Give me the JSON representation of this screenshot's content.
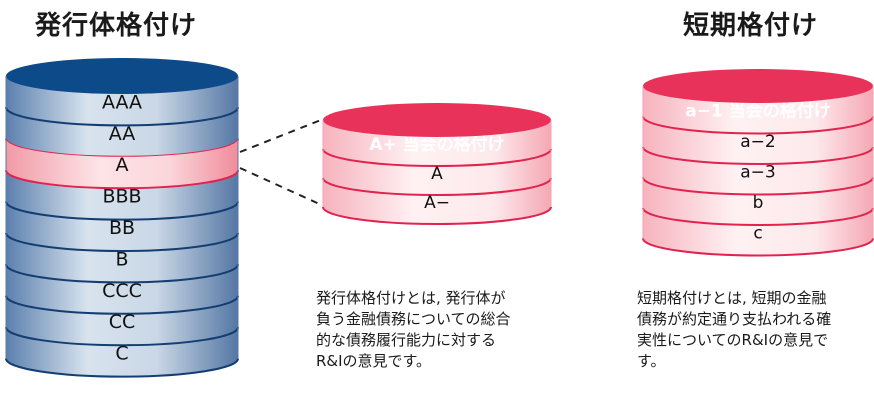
{
  "issuer": {
    "title": "発行体格付け",
    "grades": [
      "AAA",
      "AA",
      "A",
      "BBB",
      "BB",
      "B",
      "CCC",
      "CC",
      "C"
    ],
    "highlighted": "A",
    "description": [
      "発行体格付けとは, 発行体が",
      "負う金融債務についての総合",
      "的な債務履行能力に対する",
      "R&Iの意見です。"
    ]
  },
  "notch": {
    "grades": [
      "A+ 当会の格付け",
      "A",
      "A−"
    ],
    "highlighted": "A+ 当会の格付け"
  },
  "short_term": {
    "title": "短期格付け",
    "grades": [
      "a−1 当会の格付け",
      "a−2",
      "a−3",
      "b",
      "c"
    ],
    "highlighted": "a−1 当会の格付け",
    "description": [
      "短期格付けとは, 短期の金融",
      "債務が約定通り支払われる確",
      "実性についてのR&Iの意見で",
      "す。"
    ]
  },
  "colors": {
    "navy_top": "#0d4a8a",
    "blue_band": "#4f76a6",
    "blue_light": "#c7d5e5",
    "pink_top": "#e8325a",
    "pink_light": "#f9c5cc",
    "pink_mid": "#f29aa8",
    "line_navy": "#143e72",
    "line_pink": "#e0244f"
  }
}
